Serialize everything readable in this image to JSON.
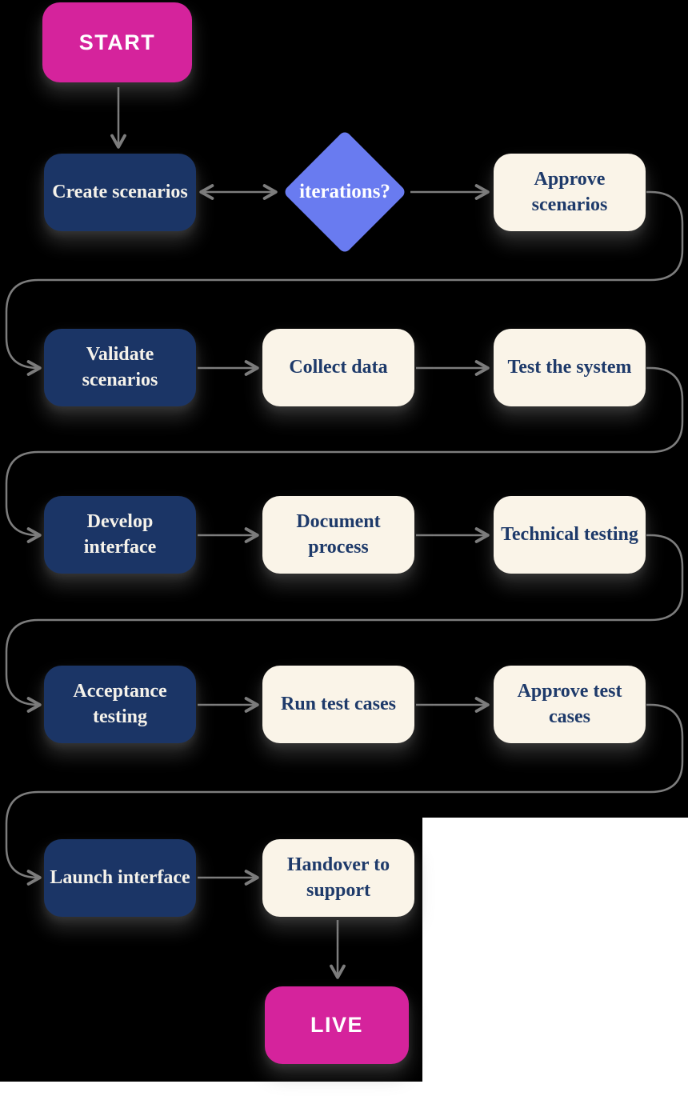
{
  "diagram": {
    "kind": "flowchart",
    "nodes": {
      "start": {
        "label": "START",
        "type": "terminator",
        "fill": "#d5239c",
        "text_color": "#ffffff"
      },
      "create_scenarios": {
        "label": "Create scenarios",
        "type": "process",
        "fill": "#1b3566",
        "text_color": "#ffffff"
      },
      "iterations": {
        "label": "iterations?",
        "type": "decision",
        "fill": "#697bf0",
        "text_color": "#ffffff"
      },
      "approve_scenarios": {
        "label": "Approve scenarios",
        "type": "process",
        "fill": "#faf4e8",
        "text_color": "#1e3a6a"
      },
      "validate_scenarios": {
        "label": "Validate scenarios",
        "type": "process",
        "fill": "#1b3566",
        "text_color": "#ffffff"
      },
      "collect_data": {
        "label": "Collect data",
        "type": "process",
        "fill": "#faf4e8",
        "text_color": "#1e3a6a"
      },
      "test_the_system": {
        "label": "Test the system",
        "type": "process",
        "fill": "#faf4e8",
        "text_color": "#1e3a6a"
      },
      "develop_interface": {
        "label": "Develop interface",
        "type": "process",
        "fill": "#1b3566",
        "text_color": "#ffffff"
      },
      "document_process": {
        "label": "Document process",
        "type": "process",
        "fill": "#faf4e8",
        "text_color": "#1e3a6a"
      },
      "technical_testing": {
        "label": "Technical testing",
        "type": "process",
        "fill": "#faf4e8",
        "text_color": "#1e3a6a"
      },
      "acceptance_testing": {
        "label": "Acceptance testing",
        "type": "process",
        "fill": "#1b3566",
        "text_color": "#ffffff"
      },
      "run_test_cases": {
        "label": "Run test cases",
        "type": "process",
        "fill": "#faf4e8",
        "text_color": "#1e3a6a"
      },
      "approve_test_cases": {
        "label": "Approve test cases",
        "type": "process",
        "fill": "#faf4e8",
        "text_color": "#1e3a6a"
      },
      "launch_interface": {
        "label": "Launch interface",
        "type": "process",
        "fill": "#1b3566",
        "text_color": "#ffffff"
      },
      "handover_to_support": {
        "label": "Handover to support",
        "type": "process",
        "fill": "#faf4e8",
        "text_color": "#1e3a6a"
      },
      "live": {
        "label": "LIVE",
        "type": "terminator",
        "fill": "#d5239c",
        "text_color": "#ffffff"
      }
    },
    "edges": [
      {
        "from": "start",
        "to": "create_scenarios",
        "style": "arrow"
      },
      {
        "from": "create_scenarios",
        "to": "iterations",
        "style": "double-arrow"
      },
      {
        "from": "iterations",
        "to": "approve_scenarios",
        "style": "arrow"
      },
      {
        "from": "approve_scenarios",
        "to": "validate_scenarios",
        "style": "arrow-wrap"
      },
      {
        "from": "validate_scenarios",
        "to": "collect_data",
        "style": "arrow"
      },
      {
        "from": "collect_data",
        "to": "test_the_system",
        "style": "arrow"
      },
      {
        "from": "test_the_system",
        "to": "develop_interface",
        "style": "arrow-wrap"
      },
      {
        "from": "develop_interface",
        "to": "document_process",
        "style": "arrow"
      },
      {
        "from": "document_process",
        "to": "technical_testing",
        "style": "arrow"
      },
      {
        "from": "technical_testing",
        "to": "acceptance_testing",
        "style": "arrow-wrap"
      },
      {
        "from": "acceptance_testing",
        "to": "run_test_cases",
        "style": "arrow"
      },
      {
        "from": "run_test_cases",
        "to": "approve_test_cases",
        "style": "arrow"
      },
      {
        "from": "approve_test_cases",
        "to": "launch_interface",
        "style": "arrow-wrap"
      },
      {
        "from": "launch_interface",
        "to": "handover_to_support",
        "style": "arrow"
      },
      {
        "from": "handover_to_support",
        "to": "live",
        "style": "arrow"
      }
    ],
    "colors": {
      "terminator_fill": "#d5239c",
      "primary_fill": "#1b3566",
      "secondary_fill": "#faf4e8",
      "decision_fill": "#697bf0",
      "connector": "#7d7d7d",
      "dark_text": "#1e3a6a",
      "light_text": "#ffffff",
      "background": "#000000",
      "backdrop": "#ffffff"
    }
  }
}
